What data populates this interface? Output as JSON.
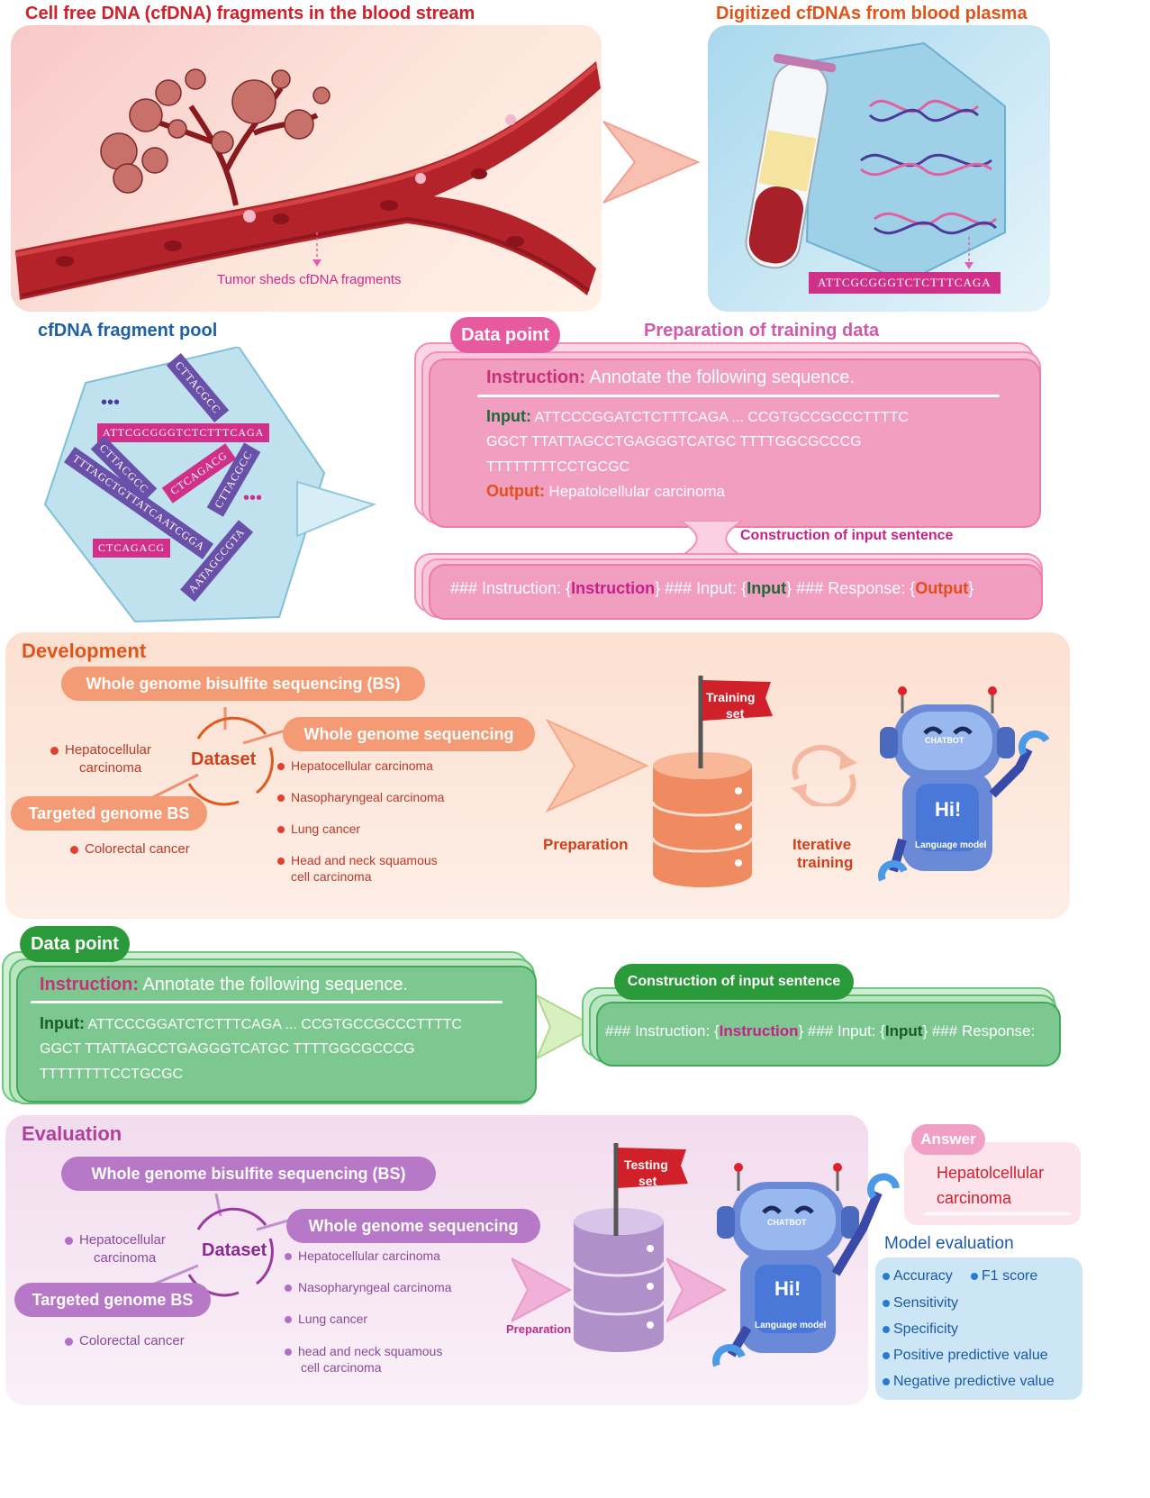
{
  "top": {
    "blood_title": "Cell free DNA (cfDNA) fragments in the blood stream",
    "tumor_label": "Tumor sheds cfDNA fragments",
    "digitized_title": "Digitized cfDNAs  from blood plasma",
    "digitized_seq": "ATTCGCGGGTCTCTTTCAGA"
  },
  "pool": {
    "title": "cfDNA fragment pool",
    "fragments": [
      "CTTACGCC",
      "ATTCGCGGGTCTCTTTCAGA",
      "CTTACGCC",
      "CTCAGACG",
      "CTTACGCC",
      "TTTAGCTGTTATCAATCGGA",
      "CTCAGACG",
      "AATAGCCGTA"
    ],
    "dots_a": "•••",
    "dots_b": "•••"
  },
  "training_data": {
    "tab": "Data point",
    "title": "Preparation of training data",
    "instruction_label": "Instruction:",
    "instruction_text": "Annotate the following sequence.",
    "input_label": "Input:",
    "input_line1": "ATTCCCGGATCTCTTTCAGA  ... CCGTGCCGCCCTTTTC",
    "input_line2": "GGCT TTATTAGCCTGAGGGTCATGC TTTTGGCGCCCG",
    "input_line3": "TTTTTTTTCCTGCGC",
    "output_label": "Output:",
    "output_text": "Hepatolcellular carcinoma",
    "construction": "Construction of input sentence",
    "sentence": {
      "p1": "### Instruction: {",
      "k1": "Instruction",
      "p2": "} ### Input: {",
      "k2": "Input",
      "p3": "} ### Response: {",
      "k3": "Output",
      "p4": "}"
    }
  },
  "development": {
    "title": "Development",
    "wgbs": "Whole genome bisulfite sequencing (BS)",
    "wgs": "Whole genome sequencing",
    "targeted": "Targeted genome BS",
    "dataset": "Dataset",
    "left_items": [
      "Hepatocellular",
      "carcinoma",
      "Colorectal cancer"
    ],
    "wgs_items": [
      "Hepatocellular carcinoma",
      "Nasopharyngeal carcinoma",
      "Lung cancer",
      "Head and neck squamous",
      "cell carcinoma"
    ],
    "preparation": "Preparation",
    "flag": [
      "Training",
      "set"
    ],
    "iterative": [
      "Iterative",
      "training"
    ],
    "chatbot": "CHATBOT",
    "hi": "Hi!",
    "language_model": "Language model"
  },
  "test_data": {
    "tab": "Data point",
    "instruction_label": "Instruction:",
    "instruction_text": "Annotate the following sequence.",
    "input_label": "Input:",
    "input_line1": "ATTCCCGGATCTCTTTCAGA  ... CCGTGCCGCCCTTTTC",
    "input_line2": "GGCT TTATTAGCCTGAGGGTCATGC TTTTGGCGCCCG",
    "input_line3": "TTTTTTTTCCTGCGC",
    "construction": "Construction of input sentence",
    "sentence": {
      "p1": "### Instruction: {",
      "k1": "Instruction",
      "p2": "} ### Input: {",
      "k2": "Input",
      "p3": "} ### Response:"
    }
  },
  "evaluation": {
    "title": "Evaluation",
    "wgbs": "Whole genome bisulfite sequencing (BS)",
    "wgs": "Whole genome sequencing",
    "targeted": "Targeted genome BS",
    "dataset": "Dataset",
    "left_items": [
      "Hepatocellular",
      "carcinoma",
      "Colorectal cancer"
    ],
    "wgs_items": [
      "Hepatocellular carcinoma",
      "Nasopharyngeal carcinoma",
      "Lung cancer",
      "head and neck squamous",
      "cell carcinoma"
    ],
    "preparation": "Preparation",
    "flag": [
      "Testing",
      "set"
    ],
    "chatbot": "CHATBOT",
    "hi": "Hi!",
    "language_model": "Language model",
    "answer_tab": "Answer",
    "answer": [
      "Hepatolcellular",
      "carcinoma"
    ],
    "model_eval_title": "Model evaluation",
    "metrics": [
      "Accuracy",
      "F1 score",
      "Sensitivity",
      "Specificity",
      "Positive predictive value",
      "Negative predictive value"
    ]
  },
  "colors": {
    "red": "#d0202a",
    "orange": "#e0541a",
    "pink": "#e86aa8",
    "purple": "#a060b0",
    "green": "#2aa84a",
    "blue": "#2060a8"
  }
}
